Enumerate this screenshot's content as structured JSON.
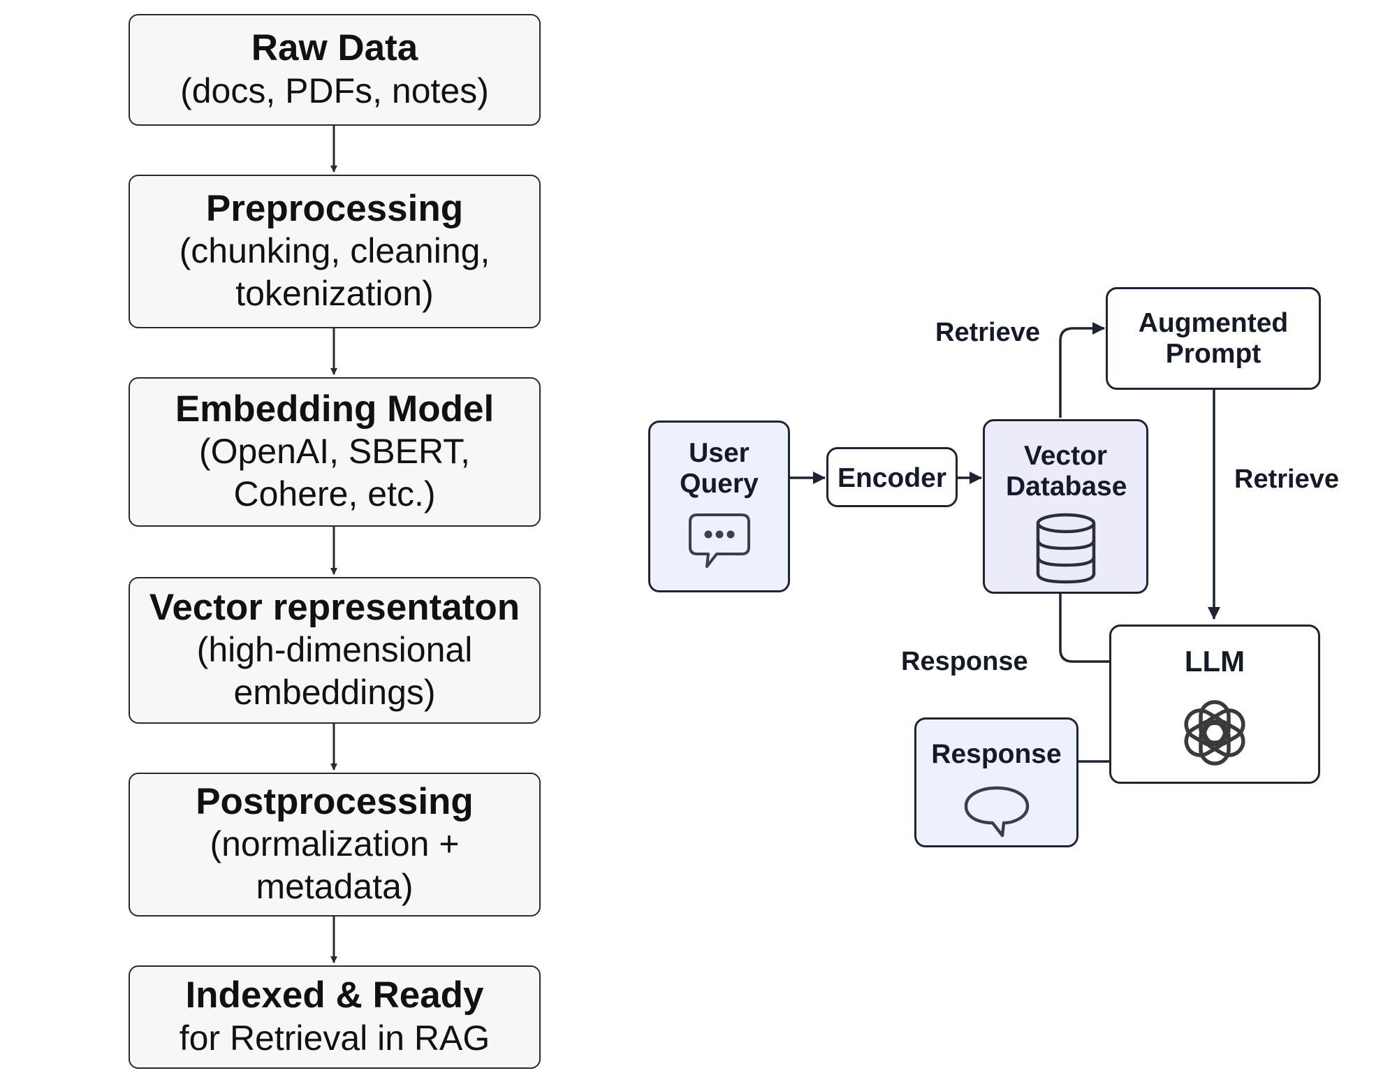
{
  "pipeline": {
    "steps": [
      {
        "title": "Raw Data",
        "desc": "(docs, PDFs, notes)"
      },
      {
        "title": "Preprocessing",
        "desc": "(chunking, cleaning, tokenization)"
      },
      {
        "title": "Embedding Model",
        "desc": "(OpenAI, SBERT, Cohere, etc.)"
      },
      {
        "title": "Vector representaton",
        "desc": "(high-dimensional embeddings)"
      },
      {
        "title": "Postprocessing",
        "desc": "(normalization + metadata)"
      },
      {
        "title": "Indexed & Ready",
        "desc": "for Retrieval in RAG"
      }
    ]
  },
  "rag": {
    "nodes": {
      "user_query": {
        "label": "User Query",
        "icon": "chat-bubble-dots-icon"
      },
      "encoder": {
        "label": "Encoder"
      },
      "vector_db": {
        "label": "Vector Database",
        "icon": "database-icon"
      },
      "augmented_prompt": {
        "label": "Augmented Prompt"
      },
      "llm": {
        "label": "LLM",
        "icon": "openai-logo-icon"
      },
      "response": {
        "label": "Response",
        "icon": "speech-bubble-icon"
      }
    },
    "edge_labels": {
      "retrieve_top": "Retrieve",
      "retrieve_right": "Retrieve",
      "response": "Response"
    }
  },
  "colors": {
    "step_fill": "#f7f7f7",
    "user_query_fill": "#eef0fb",
    "vector_db_fill": "#ecebfa",
    "response_fill": "#eef0fb",
    "stroke": "#1d2433"
  }
}
